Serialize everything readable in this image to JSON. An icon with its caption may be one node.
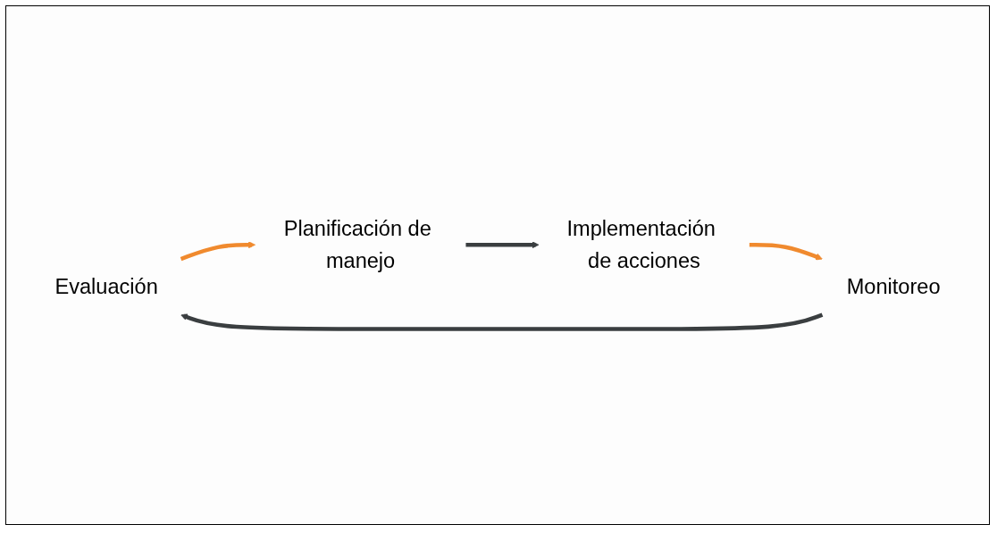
{
  "diagram": {
    "nodes": [
      {
        "text": [
          "Evaluación"
        ]
      },
      {
        "text": [
          "Planificación de manejo"
        ]
      },
      {
        "text": [
          "Implementación de acciones"
        ]
      },
      {
        "text": [
          "Monitoreo"
        ]
      }
    ],
    "edges": [
      {
        "from": 0,
        "to": 1,
        "arrow": "to",
        "color": "#f08a2e"
      },
      {
        "from": 1,
        "to": 2,
        "arrow": "to",
        "color": "#3a3e40"
      },
      {
        "from": 2,
        "to": 3,
        "arrow": "to",
        "color": "#f08a2e"
      },
      {
        "from": 3,
        "to": 0,
        "arrow": "to",
        "color": "#3a3e40"
      }
    ]
  }
}
